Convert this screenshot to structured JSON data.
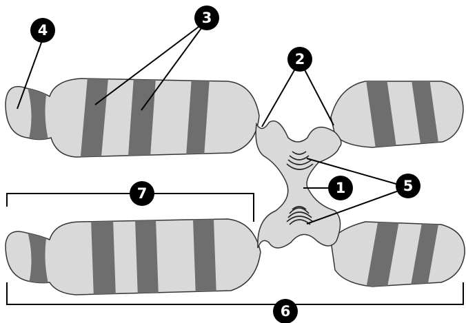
{
  "colors": {
    "chromosome_fill": "#d9d9d9",
    "band_fill": "#6e6e6e",
    "outline": "#333333",
    "marker_fill": "#000000",
    "marker_text": "#ffffff"
  },
  "markers": [
    {
      "id": "1",
      "label": "1"
    },
    {
      "id": "2",
      "label": "2"
    },
    {
      "id": "3",
      "label": "3"
    },
    {
      "id": "4",
      "label": "4"
    },
    {
      "id": "5",
      "label": "5"
    },
    {
      "id": "6",
      "label": "6"
    },
    {
      "id": "7",
      "label": "7"
    }
  ]
}
